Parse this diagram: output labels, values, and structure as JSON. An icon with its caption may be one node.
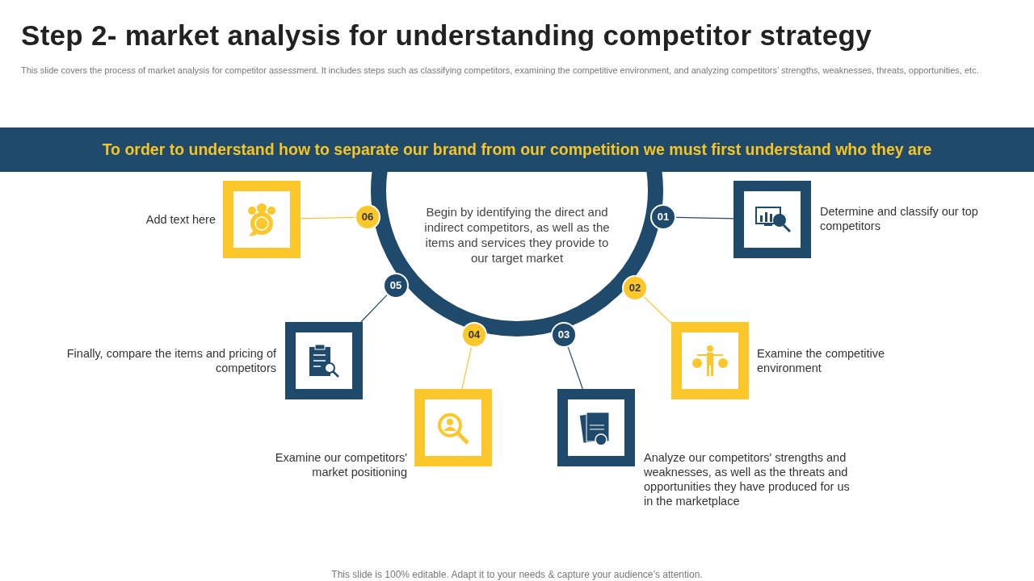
{
  "diagram": {
    "title": "Step 2- market analysis for understanding competitor strategy",
    "nodes": [
      {
        "text": [
          "Begin by identifying the direct and indirect competitors, as well as the items and services they provide to our target market"
        ]
      },
      {
        "text": [
          "01"
        ]
      },
      {
        "text": [],
        "shape": "box",
        "beside": [
          "Determine and classify our top competitors"
        ]
      },
      {
        "text": [
          "02"
        ],
        "in": 0
      },
      {
        "text": [],
        "shape": "box",
        "beside": [
          "Examine the competitive environment"
        ]
      },
      {
        "text": [
          "03"
        ]
      },
      {
        "text": [],
        "shape": "box",
        "beside": [
          "Analyze our competitors' strengths and weaknesses, as well as the threats and opportunities they have produced for us in the marketplace"
        ]
      },
      {
        "text": [
          "04"
        ]
      },
      {
        "text": [],
        "shape": "box",
        "beside": [
          "Examine our competitors' market positioning"
        ]
      },
      {
        "text": [
          "05"
        ],
        "in": 0
      },
      {
        "text": [],
        "shape": "box",
        "beside": [
          "Finally,  compare the items and pricing of competitors"
        ]
      },
      {
        "text": [
          "06"
        ]
      },
      {
        "text": [],
        "shape": "box",
        "beside": [
          "Add text here"
        ]
      }
    ],
    "edges": [
      {
        "from": 1,
        "to": 2,
        "arrow": "none",
        "color": "#1f4a6b"
      },
      {
        "from": 3,
        "to": 4,
        "arrow": "none",
        "color": "#fcc72a"
      },
      {
        "from": 5,
        "to": 6,
        "arrow": "none",
        "color": "#1f4a6b"
      },
      {
        "from": 7,
        "to": 8,
        "arrow": "none",
        "color": "#fcc72a"
      },
      {
        "from": 9,
        "to": 10,
        "arrow": "none",
        "color": "#1f4a6b"
      },
      {
        "from": 11,
        "to": 12,
        "arrow": "none",
        "color": "#fcc72a"
      }
    ],
    "labels": [
      "This slide covers the process of market analysis for competitor assessment. It includes steps such as classifying competitors, examining the competitive environment, and analyzing competitors’ strengths, weaknesses, threats, opportunities, etc.",
      "To order to understand how to separate our brand from our competition we must first understand who they are",
      "This slide is 100% editable. Adapt it to your needs & capture your audience’s attention."
    ]
  }
}
